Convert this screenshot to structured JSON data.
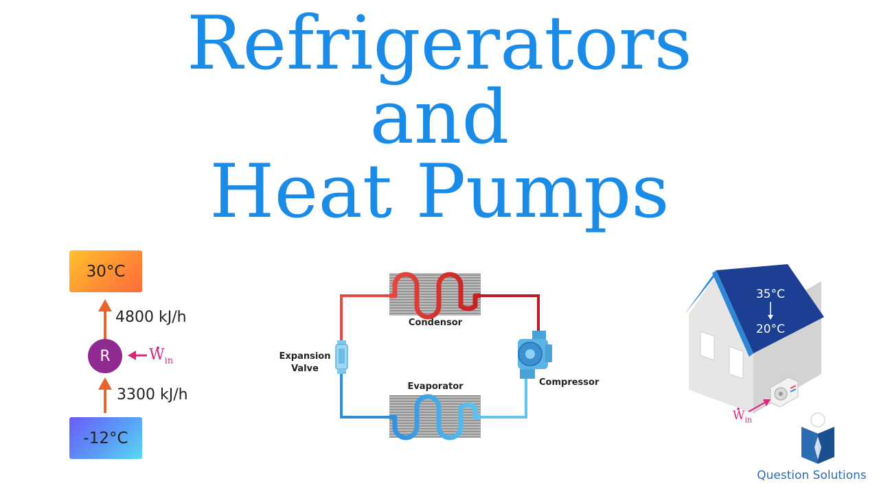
{
  "title": {
    "line1": "Refrigerators",
    "line2": "and",
    "line3": "Heat Pumps"
  },
  "energy_diagram": {
    "high_temp": "30°C",
    "low_temp": "-12°C",
    "heat_out": "4800 kJ/h",
    "heat_in": "3300 kJ/h",
    "device": "R",
    "work_symbol": "W",
    "work_subscript": "in"
  },
  "cycle_diagram": {
    "condenser_label": "Condensor",
    "evaporator_label": "Evaporator",
    "compressor_label": "Compressor",
    "expansion_label_line1": "Expansion",
    "expansion_label_line2": "Valve"
  },
  "house_diagram": {
    "outside_temp": "35°C",
    "inside_temp": "20°C",
    "work_symbol": "W",
    "work_subscript": "in"
  },
  "brand": {
    "name": "Question Solutions"
  },
  "colors": {
    "title": "#1a8ce8",
    "hot_pipe": "#e8483f",
    "cold_pipe": "#2f8de0",
    "arrow": "#e8642c",
    "work_arrow": "#d6267f",
    "roof": "#1c3f94"
  }
}
